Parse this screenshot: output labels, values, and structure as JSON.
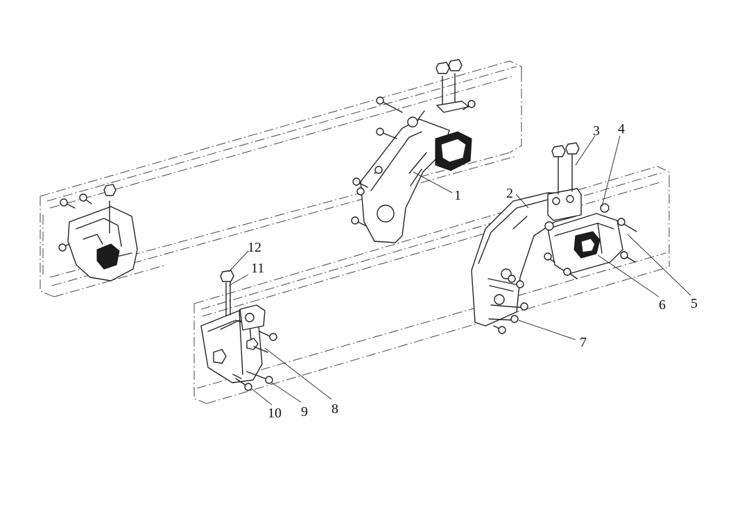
{
  "callouts": [
    {
      "id": "1",
      "label": "1"
    },
    {
      "id": "2",
      "label": "2"
    },
    {
      "id": "3",
      "label": "3"
    },
    {
      "id": "4",
      "label": "4"
    },
    {
      "id": "5",
      "label": "5"
    },
    {
      "id": "6",
      "label": "6"
    },
    {
      "id": "7",
      "label": "7"
    },
    {
      "id": "8",
      "label": "8"
    },
    {
      "id": "9",
      "label": "9"
    },
    {
      "id": "10",
      "label": "10"
    },
    {
      "id": "11",
      "label": "11"
    },
    {
      "id": "12",
      "label": "12"
    }
  ],
  "colors": {
    "line": "#222222",
    "frame": "#555555",
    "background": "#ffffff"
  }
}
